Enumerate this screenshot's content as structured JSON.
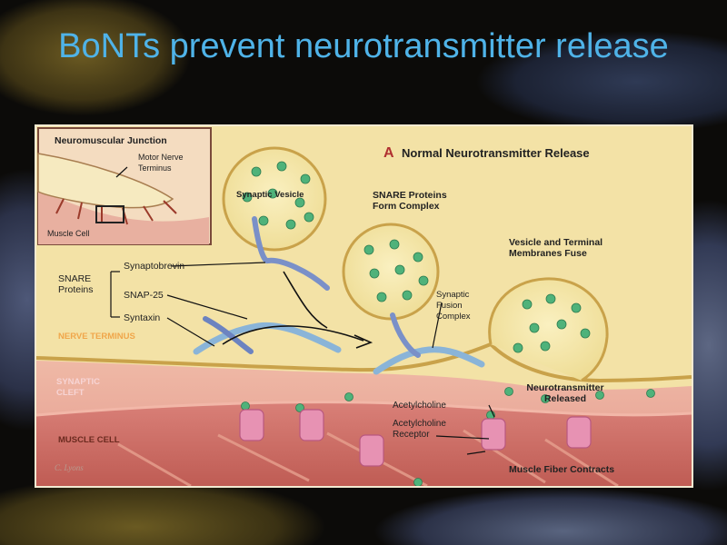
{
  "slide": {
    "title": "BoNTs prevent neurotransmitter release"
  },
  "diagram": {
    "panel_letter": "A",
    "panel_title": "Normal Neurotransmitter Release",
    "inset": {
      "title": "Neuromuscular Junction",
      "motor_nerve_terminus": "Motor Nerve Terminus",
      "muscle_cell": "Muscle Cell"
    },
    "labels": {
      "synaptic_vesicle": "Synaptic Vesicle",
      "snare_proteins": "SNARE Proteins",
      "synaptobrevin": "Synaptobrevin",
      "snap25": "SNAP-25",
      "syntaxin": "Syntaxin",
      "snare_form_complex": "SNARE Proteins Form Complex",
      "synaptic_fusion_complex": "Synaptic Fusion Complex",
      "vesicle_terminal_fuse": "Vesicle and Terminal Membranes Fuse",
      "neurotransmitter_released": "Neurotransmitter Released",
      "acetylcholine": "Acetylcholine",
      "acetylcholine_receptor": "Acetylcholine Receptor",
      "muscle_fiber_contracts": "Muscle Fiber Contracts"
    },
    "regions": {
      "nerve_terminus": "NERVE TERMINUS",
      "synaptic_cleft": "SYNAPTIC CLEFT",
      "muscle_cell": "MUSCLE CELL"
    },
    "signature": "C. Lyons",
    "colors": {
      "terminus_bg": "#f4e4a8",
      "cleft_bg": "#e9a79b",
      "muscle_bg": "#c8675d",
      "vesicle_dot": "#4fb27a",
      "protein_blue": "#8ab4d8",
      "receptor_pink": "#e792b3"
    }
  }
}
